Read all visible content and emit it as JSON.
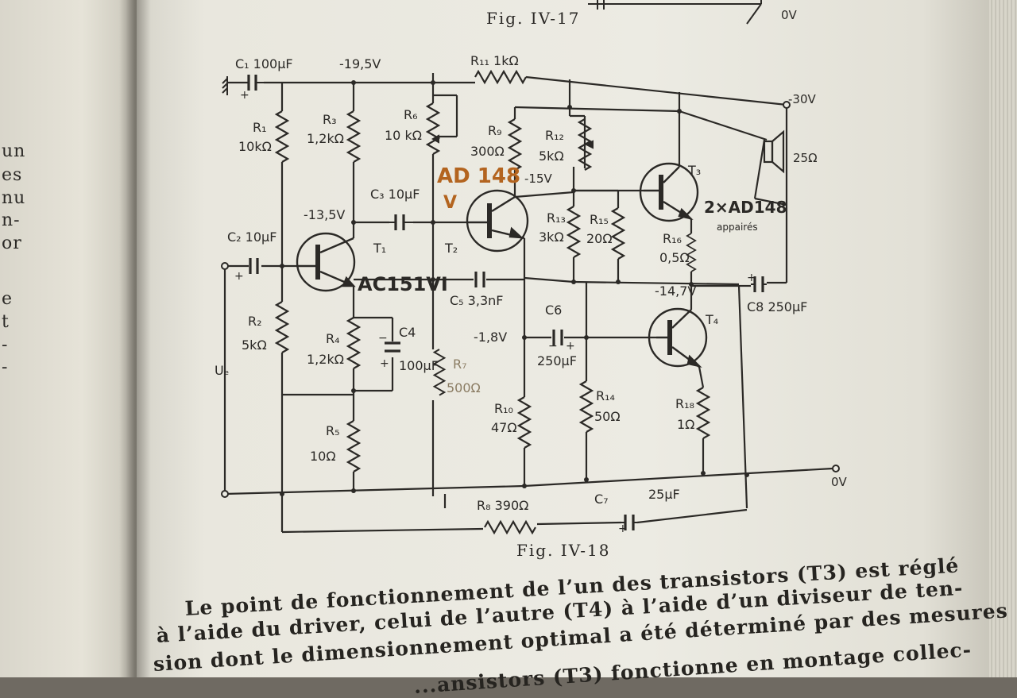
{
  "left_margin_fragments": [
    "un",
    "es",
    "nu",
    "n-",
    "or",
    "e",
    "t",
    "-",
    "-"
  ],
  "captions": {
    "top": "Fig. IV-17",
    "bottom": "Fig. IV-18"
  },
  "nodes": {
    "v_minus_19_5": "-19,5V",
    "v_minus_30": "-30V",
    "v_minus_13_5": "-13,5V",
    "v_minus_15": "-15V",
    "v_minus_1_8": "-1,8V",
    "v_minus_14_7": "-14,7V",
    "zero_v_right": "0V",
    "zero_v_top": "0V",
    "input": "Uₑ"
  },
  "capacitors": {
    "c1": "C₁ 100µF",
    "c2": "C₂ 10µF",
    "c3": "C₃ 10µF",
    "c4": "C4",
    "c4_value": "100µF",
    "c5": "C₅ 3,3nF",
    "c6": "C6",
    "c6_value": "250µF",
    "c7": "C₇",
    "c7_value": "25µF",
    "c8": "C8 250µF"
  },
  "resistors": {
    "r1": "R₁",
    "r1_value": "10kΩ",
    "r2": "R₂",
    "r2_value": "5kΩ",
    "r3": "R₃",
    "r3_value": "1,2kΩ",
    "r4": "R₄",
    "r4_value": "1,2kΩ",
    "r5": "R₅",
    "r5_value": "10Ω",
    "r6": "R₆",
    "r6_value": "10 kΩ",
    "r7": "R₇",
    "r7_value": "500Ω",
    "r8": "R₈ 390Ω",
    "r9": "R₉",
    "r9_value": "300Ω",
    "r10": "R₁₀",
    "r10_value": "47Ω",
    "r11": "R₁₁ 1kΩ",
    "r12": "R₁₂",
    "r12_value": "5kΩ",
    "r13": "R₁₃",
    "r13_value": "3kΩ",
    "r14": "R₁₄",
    "r14_value": "50Ω",
    "r15": "R₁₅",
    "r15_value": "20Ω",
    "r16": "R₁₆",
    "r16_value": "0,5Ω",
    "r18": "R₁₈",
    "r18_value": "1Ω"
  },
  "transistors": {
    "t1": "T₁",
    "t1_type": "AC151VI",
    "t2": "T₂",
    "t2_type": "AD 148",
    "t2_suffix": "V",
    "t3": "T₃",
    "t4": "T₄",
    "pair_type": "2×AD148",
    "pair_note": "appairés"
  },
  "speaker": {
    "impedance": "25Ω"
  },
  "paragraph": [
    "Le point de fonctionnement de l’un des transistors (T3) est réglé",
    "à l’aide du driver, celui de l’autre (T4) à l’aide d’un diviseur de ten-",
    "sion dont le dimensionnement optimal a été déterminé par des mesures",
    "...ansistors (T3) fonctionne en montage collec-"
  ]
}
